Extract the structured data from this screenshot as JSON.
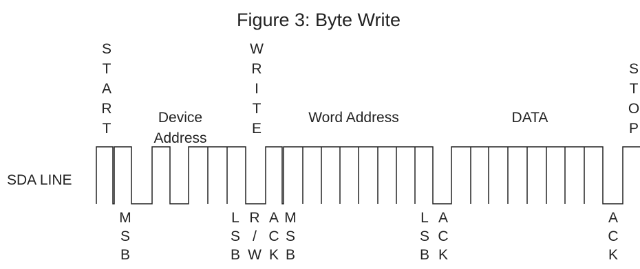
{
  "title": "Figure 3: Byte Write",
  "line_label": "SDA LINE",
  "field_labels": {
    "device_address": [
      "Device",
      "Address"
    ],
    "word_address": "Word Address",
    "data": "DATA"
  },
  "vertical_labels": {
    "start": [
      "S",
      "T",
      "A",
      "R",
      "T"
    ],
    "write": [
      "W",
      "R",
      "I",
      "T",
      "E"
    ],
    "stop": [
      "S",
      "T",
      "O",
      "P"
    ],
    "msb_1": [
      "M",
      "S",
      "B"
    ],
    "lsb_1": [
      "L",
      "S",
      "B"
    ],
    "rw": [
      "R",
      "/",
      "W"
    ],
    "ack_1": [
      "A",
      "C",
      "K"
    ],
    "msb_2": [
      "M",
      "S",
      "B"
    ],
    "lsb_2": [
      "L",
      "S",
      "B"
    ],
    "ack_2": [
      "A",
      "C",
      "K"
    ],
    "ack_3": [
      "A",
      "C",
      "K"
    ]
  }
}
